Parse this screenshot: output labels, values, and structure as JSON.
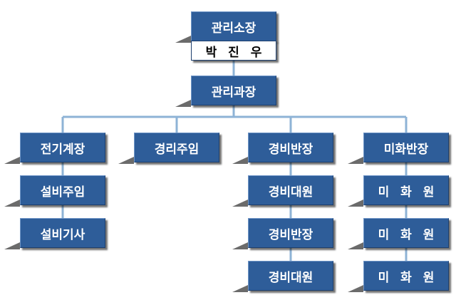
{
  "org": {
    "top": {
      "title": "관리소장",
      "name": "박 진 우"
    },
    "manager": "관리과장",
    "columns": [
      {
        "head": "전기계장",
        "subs": [
          "설비주임",
          "설비기사"
        ]
      },
      {
        "head": "경리주임",
        "subs": []
      },
      {
        "head": "경비반장",
        "subs": [
          "경비대원",
          "경비반장",
          "경비대원"
        ]
      },
      {
        "head": "미화반장",
        "subs": [
          "미 화 원",
          "미 화 원",
          "미 화 원"
        ]
      }
    ]
  },
  "colors": {
    "box": "#2e5d99",
    "connector": "#8eb3d6"
  }
}
